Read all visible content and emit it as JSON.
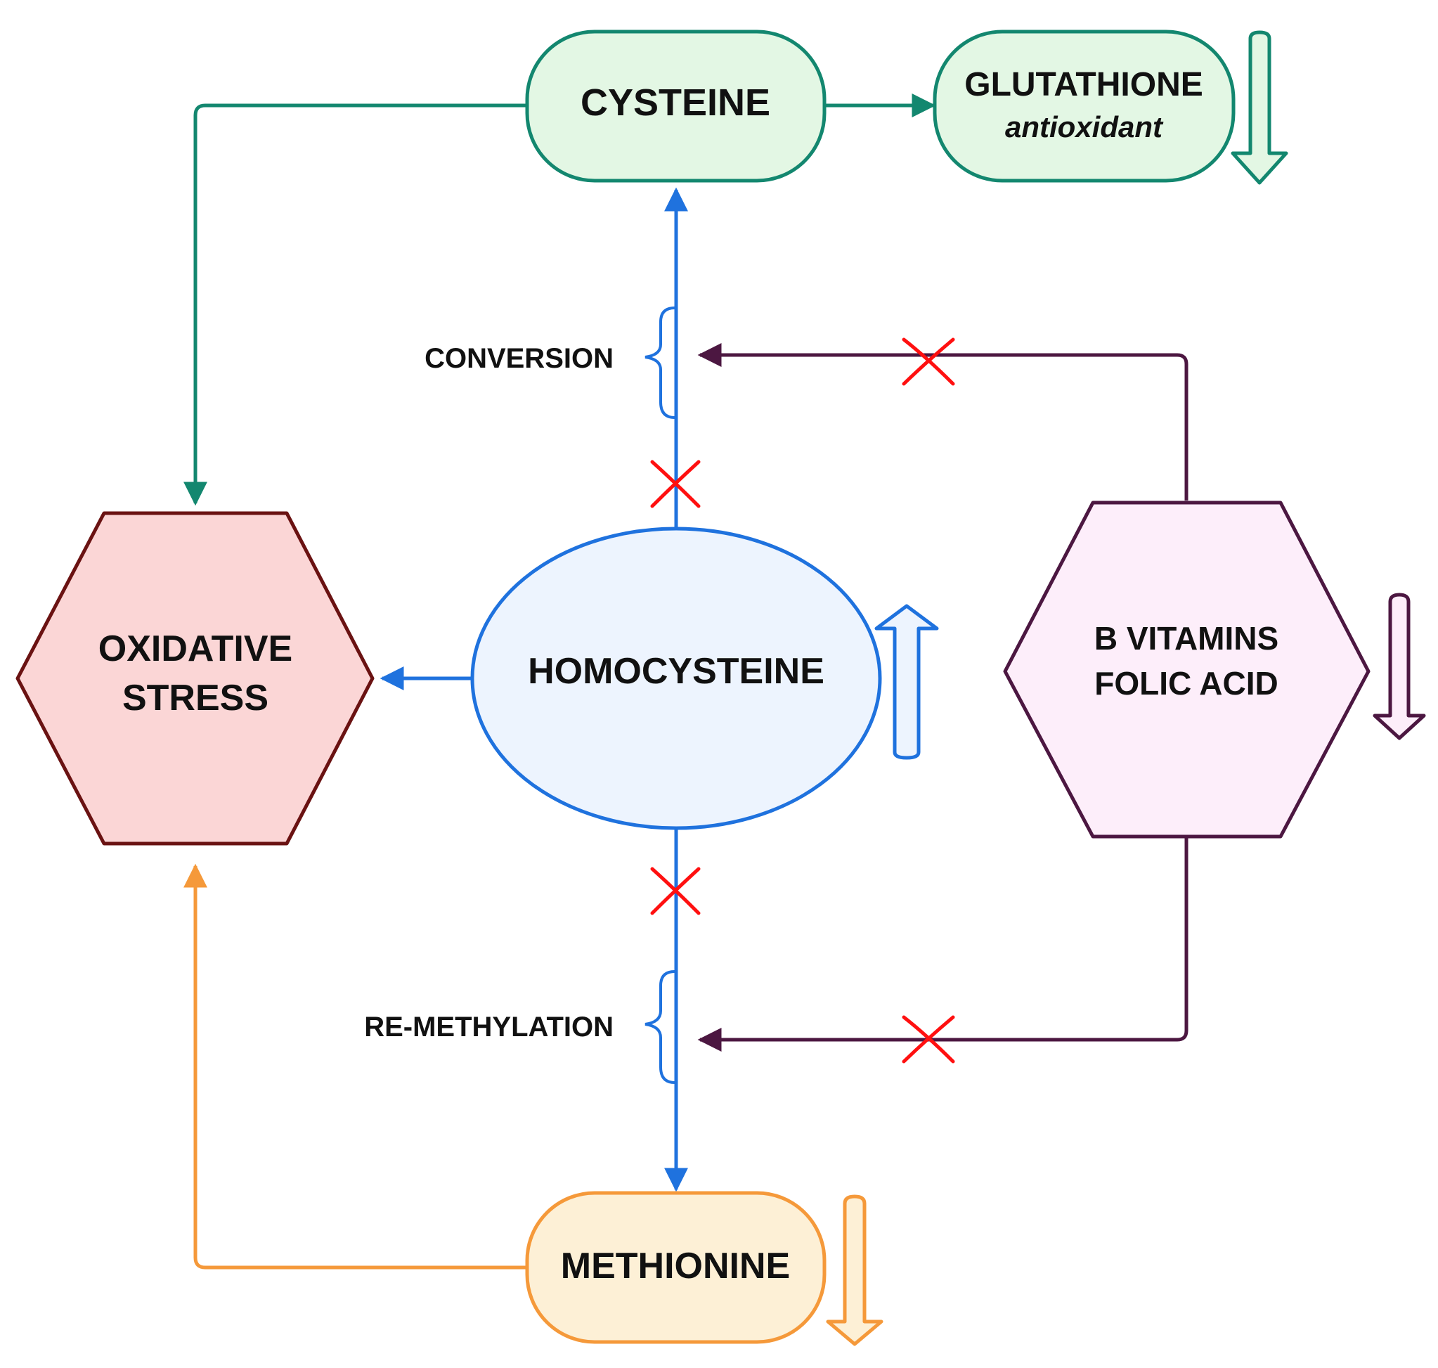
{
  "nodes": {
    "cysteine": {
      "label": "CYSTEINE"
    },
    "glutathione": {
      "label": "GLUTATHIONE",
      "sublabel": "antioxidant"
    },
    "homocysteine": {
      "label": "HOMOCYSTEINE"
    },
    "oxidative_stress": {
      "line1": "OXIDATIVE",
      "line2": "STRESS"
    },
    "b_vitamins": {
      "line1": "B VITAMINS",
      "line2": "FOLIC ACID"
    },
    "methionine": {
      "label": "METHIONINE"
    }
  },
  "labels": {
    "conversion": "CONVERSION",
    "remethylation": "RE-METHYLATION"
  },
  "indicators": {
    "glutathione": "down",
    "homocysteine": "up",
    "b_vitamins": "down",
    "methionine": "down"
  },
  "colors": {
    "teal": "#13876f",
    "teal_fill": "#e3f7e4",
    "blue": "#1f72de",
    "blue_fill": "#edf4fe",
    "red_dark": "#6a1212",
    "red_fill": "#fbd6d6",
    "purple": "#4c1741",
    "purple_fill": "#fdeefa",
    "orange": "#f5993a",
    "orange_fill": "#fdf0d6",
    "block_red": "#ff1010"
  }
}
